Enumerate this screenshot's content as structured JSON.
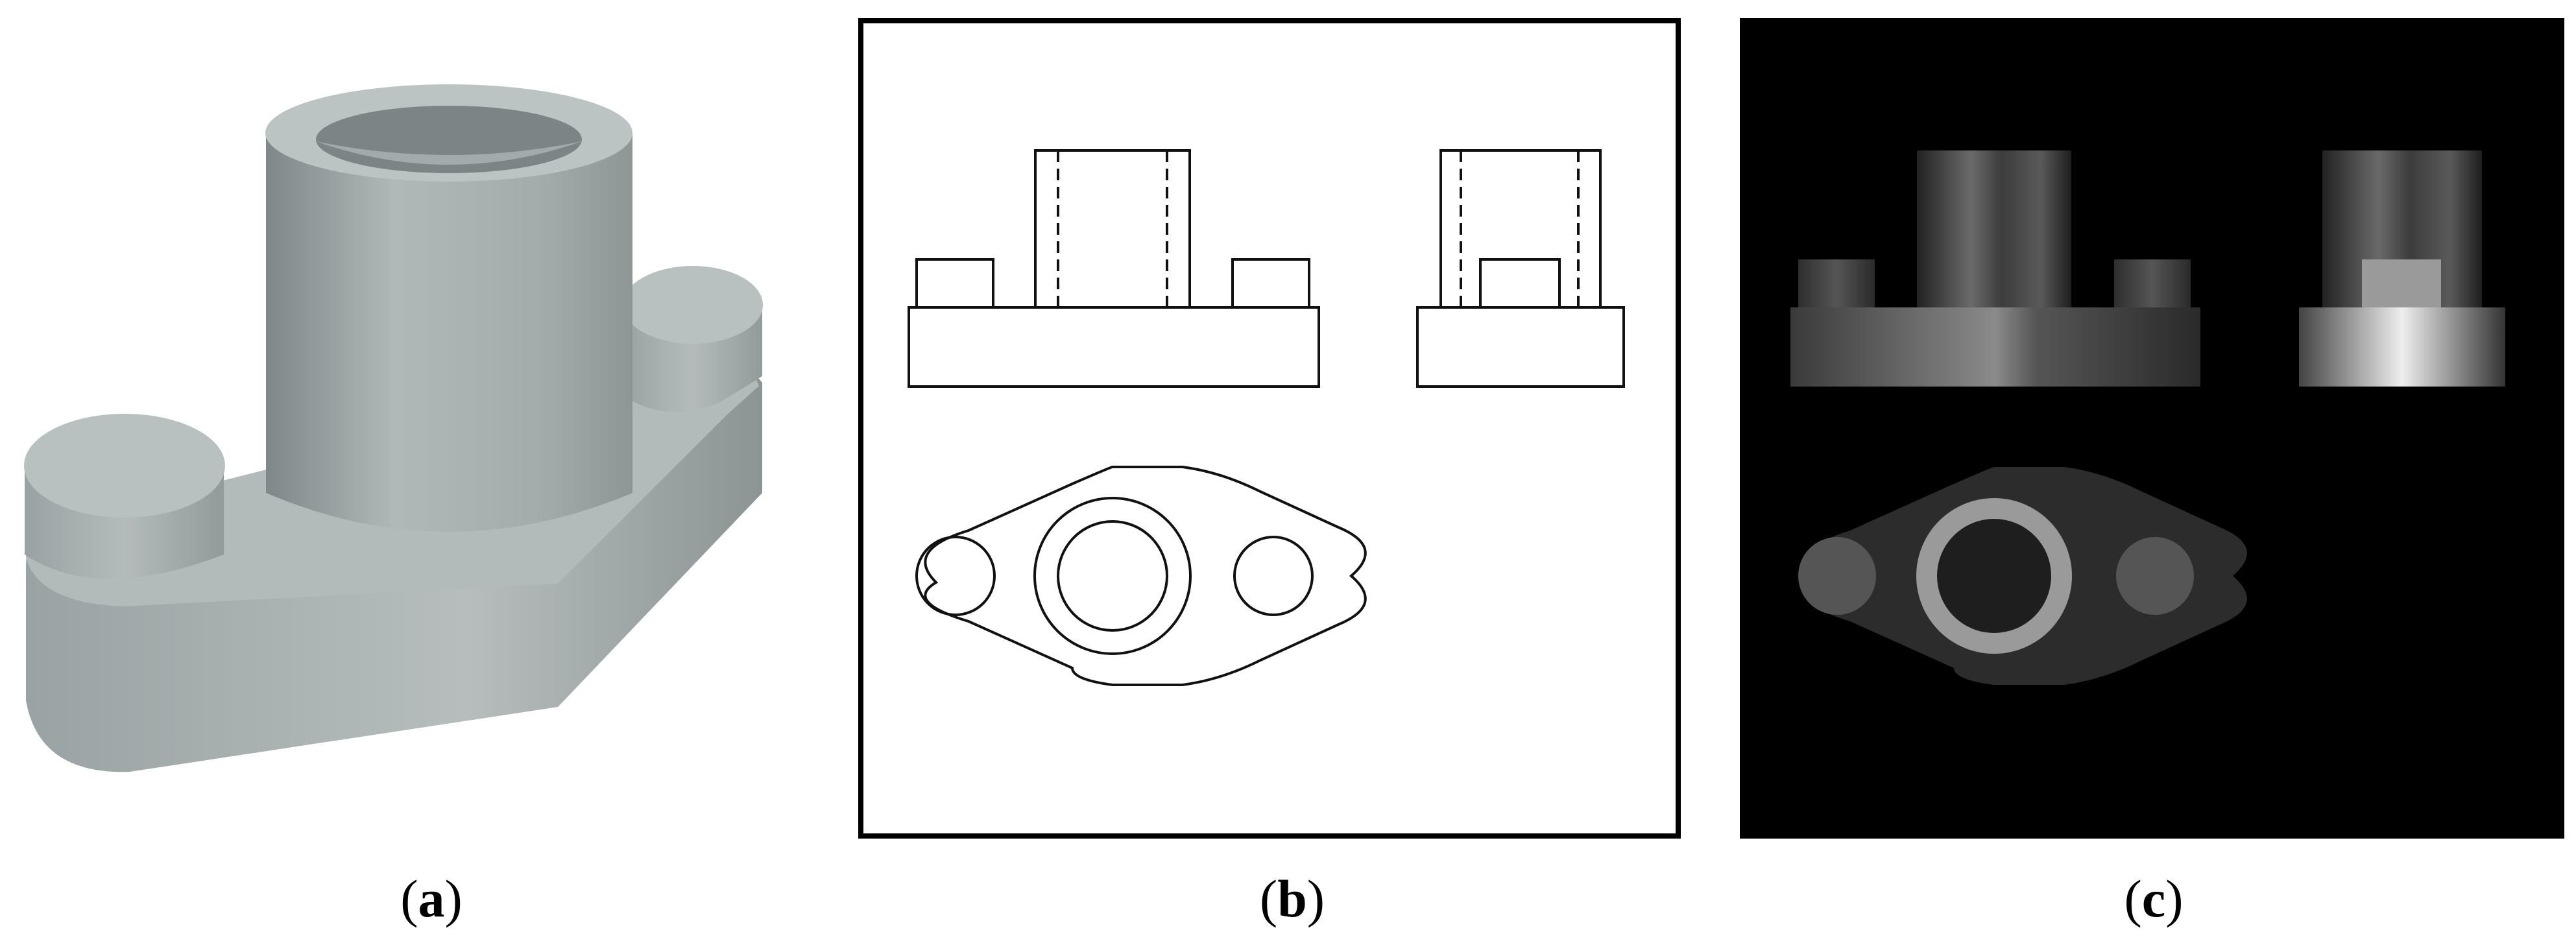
{
  "figure": {
    "panels": [
      {
        "id": "a",
        "caption_open": "(",
        "caption_letter": "a",
        "caption_close": ")",
        "view": "3d-render"
      },
      {
        "id": "b",
        "caption_open": "(",
        "caption_letter": "b",
        "caption_close": ")",
        "view": "line-drawing-orthographic"
      },
      {
        "id": "c",
        "caption_open": "(",
        "caption_letter": "c",
        "caption_close": ")",
        "view": "shaded-orthographic"
      }
    ]
  },
  "colors": {
    "render_body": "#a9b2b2",
    "render_dark": "#8f9898",
    "line": "#111111",
    "frame": "#000000",
    "panel_c_background": "#000000"
  }
}
